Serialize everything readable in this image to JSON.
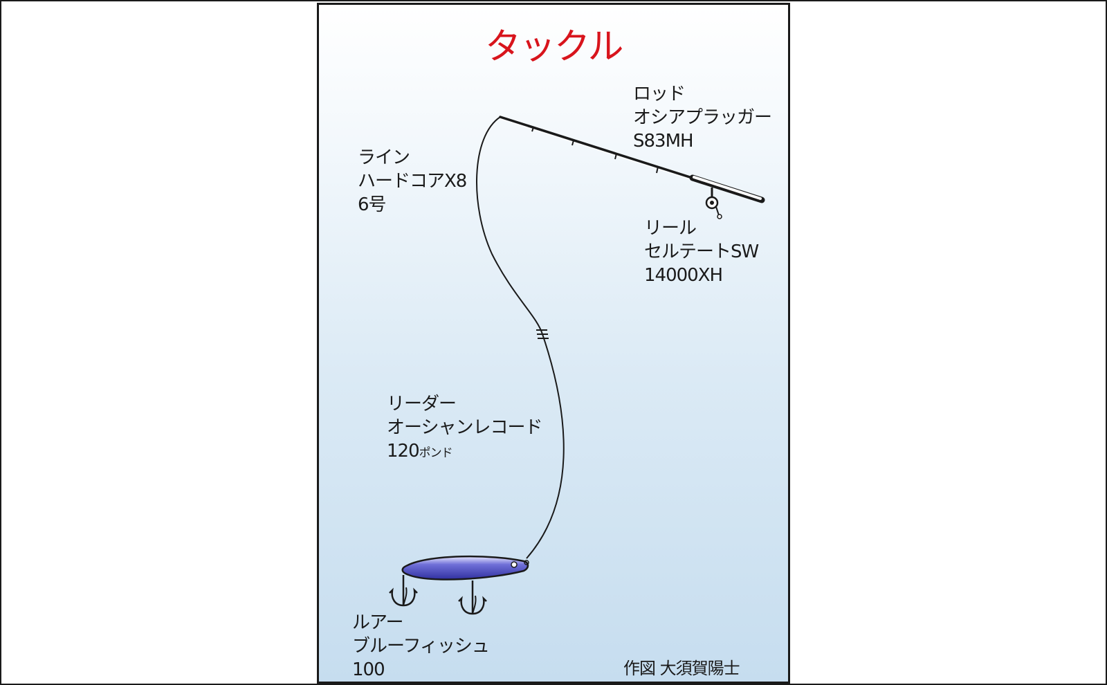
{
  "title": "タックル",
  "colors": {
    "title": "#d8141c",
    "line": "#1a1a1a",
    "lure_body": "#4a4ab8",
    "background_bottom": "#c6ddef"
  },
  "rod": {
    "label": "ロッド",
    "name": "オシアプラッガー",
    "model": "S83MH"
  },
  "line": {
    "label": "ライン",
    "name": "ハードコアX8",
    "size": "6号"
  },
  "reel": {
    "label": "リール",
    "name": "セルテートSW",
    "model": "14000XH"
  },
  "leader": {
    "label": "リーダー",
    "name": "オーシャンレコード",
    "strength_value": "120",
    "strength_unit": "ポンド"
  },
  "lure": {
    "label": "ルアー",
    "name": "ブルーフィッシュ",
    "model": "100"
  },
  "credit": "作図 大須賀陽士"
}
